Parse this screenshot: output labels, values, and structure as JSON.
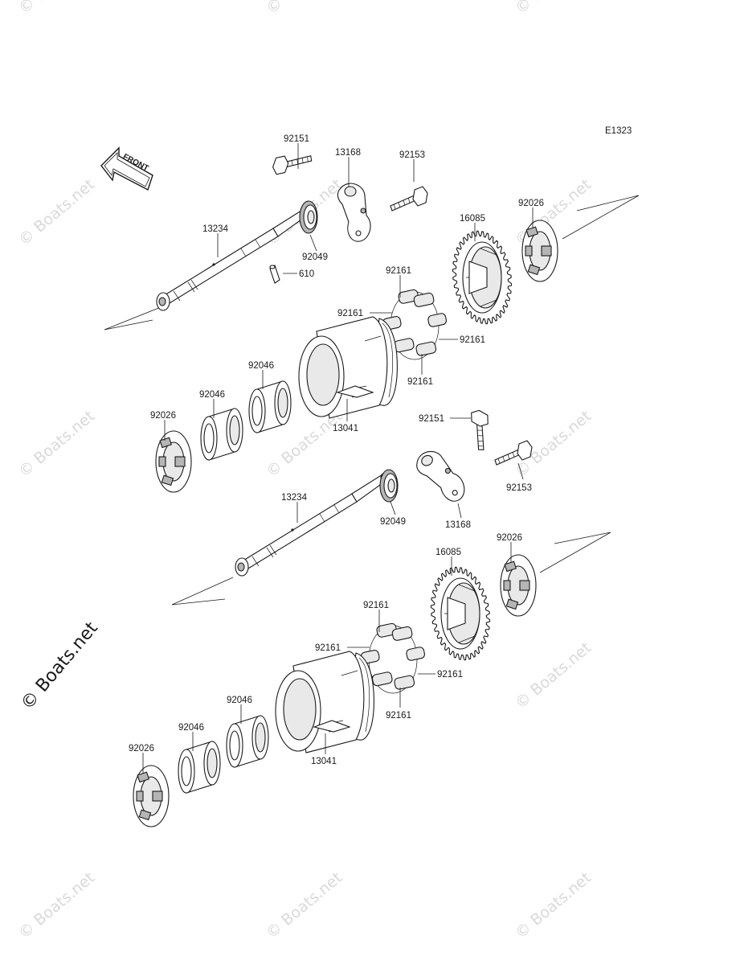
{
  "diagram_code": "E1323",
  "front_label": "FRONT",
  "watermark": "© Boats.net",
  "labels": {
    "u_92151": "92151",
    "u_13168": "13168",
    "u_92153": "92153",
    "u_13234": "13234",
    "u_92049": "92049",
    "u_610": "610",
    "u_16085": "16085",
    "u_92026a": "92026",
    "u_92161t": "92161",
    "u_92161l": "92161",
    "u_92161r": "92161",
    "u_92161b": "92161",
    "u_92046a": "92046",
    "u_92046b": "92046",
    "u_13041": "13041",
    "u_92026b": "92026",
    "l_92151": "92151",
    "l_92153": "92153",
    "l_13234": "13234",
    "l_92049": "92049",
    "l_13168": "13168",
    "l_16085": "16085",
    "l_92026a": "92026",
    "l_92161t": "92161",
    "l_92161l": "92161",
    "l_92161r": "92161",
    "l_92161b": "92161",
    "l_92046a": "92046",
    "l_92046b": "92046",
    "l_13041": "13041",
    "l_92026b": "92026"
  }
}
